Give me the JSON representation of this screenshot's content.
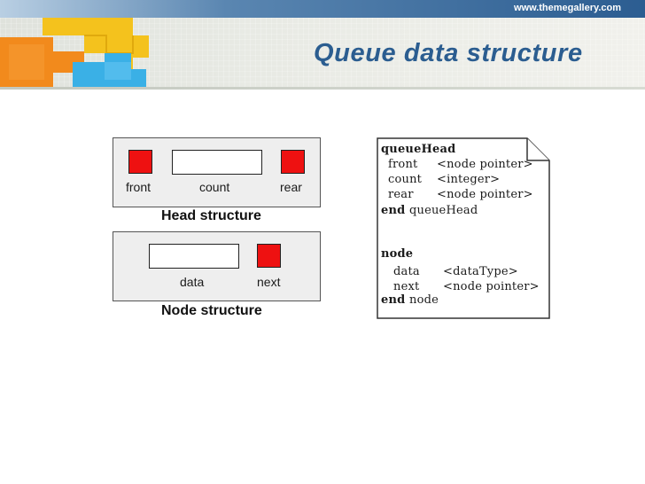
{
  "header": {
    "site_url": "www.themegallery.com",
    "title": "Queue data structure"
  },
  "head_structure": {
    "field_labels": {
      "front": "front",
      "count": "count",
      "rear": "rear"
    },
    "caption": "Head structure"
  },
  "node_structure": {
    "field_labels": {
      "data": "data",
      "next": "next"
    },
    "caption": "Node structure"
  },
  "pseudocode": {
    "queue_head_keyword": "queueHead",
    "queue_head_fields": [
      {
        "name": "front",
        "type": "<node pointer>"
      },
      {
        "name": "count",
        "type": "<integer>"
      },
      {
        "name": "rear",
        "type": "<node pointer>"
      }
    ],
    "queue_head_end_keyword": "end",
    "queue_head_end_name": "queueHead",
    "node_keyword": "node",
    "node_fields": [
      {
        "name": "data",
        "type": "<dataType>"
      },
      {
        "name": "next",
        "type": "<node pointer>"
      }
    ],
    "node_end_keyword": "end",
    "node_end_name": "node"
  },
  "colors": {
    "title": "#2b5d90",
    "pointer_field": "#ee1111",
    "box_fill": "#eeeeee"
  }
}
